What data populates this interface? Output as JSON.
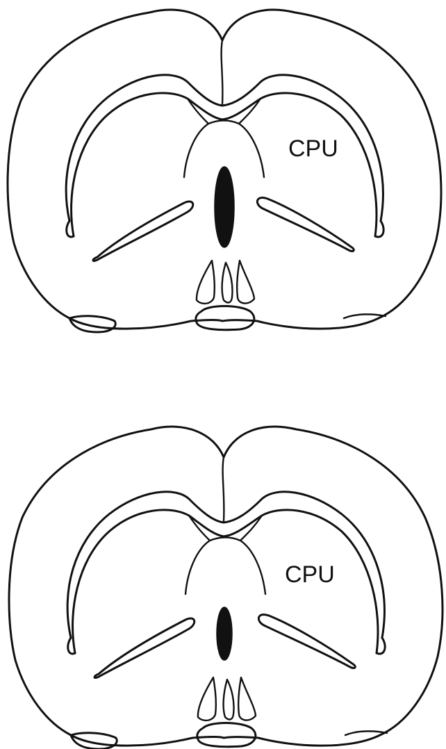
{
  "sections": [
    {
      "name": "upper",
      "region_label": "CPU",
      "lesion": "large"
    },
    {
      "name": "lower",
      "region_label": "CPU",
      "lesion": "small"
    }
  ],
  "colors": {
    "line": "#111111",
    "background": "#ffffff"
  }
}
